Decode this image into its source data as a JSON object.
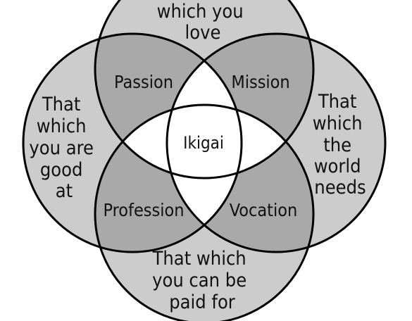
{
  "diagram": {
    "outer": {
      "top": [
        "which you",
        "love"
      ],
      "left": [
        "That",
        "which",
        "you are",
        "good",
        "at"
      ],
      "right": [
        "That",
        "which",
        "the",
        "world",
        "needs"
      ],
      "bottom": [
        "That which",
        "you can be",
        "paid for"
      ]
    },
    "overlaps": {
      "top_left": "Passion",
      "top_right": "Mission",
      "bottom_left": "Profession",
      "bottom_right": "Vocation"
    },
    "center": "Ikigai"
  },
  "colors": {
    "single_region": "#cccccc",
    "double_overlap": "#a9a9a9",
    "center": "#ffffff",
    "outline": "#000000"
  }
}
